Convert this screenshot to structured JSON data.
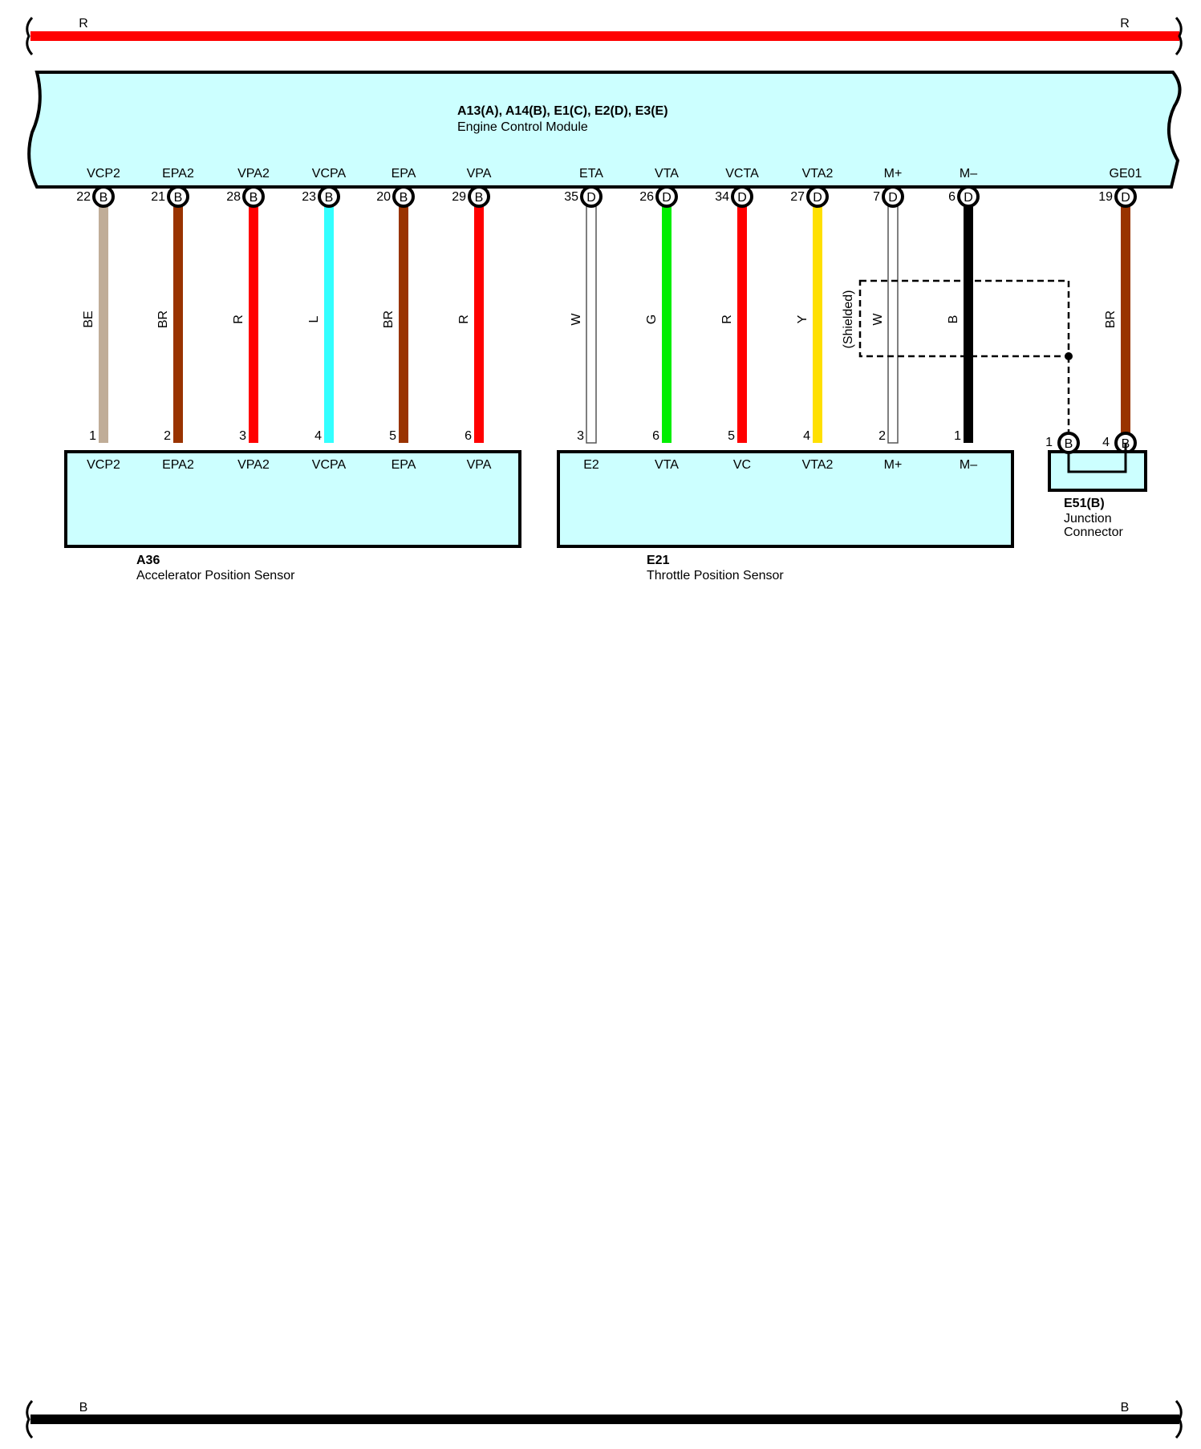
{
  "colors": {
    "R": "#ff0000",
    "BE": "#c0ad98",
    "BR": "#993300",
    "L": "#33ffff",
    "W": "#ffffff",
    "G": "#00ee00",
    "Y": "#ffe000",
    "B": "#000000",
    "box_fill": "#ccffff"
  },
  "rails": {
    "top": {
      "left_label": "R",
      "right_label": "R",
      "color_code": "R"
    },
    "bottom": {
      "left_label": "B",
      "right_label": "B",
      "color_code": "B"
    }
  },
  "ecm": {
    "title": "A13(A), A14(B), E1(C), E2(D), E3(E)",
    "subtitle": "Engine Control Module"
  },
  "wires": [
    {
      "ecm_pin_name": "VCP2",
      "ecm_pin_no": "22",
      "ecm_conn": "B",
      "color_code": "BE",
      "end_pin_no": "1"
    },
    {
      "ecm_pin_name": "EPA2",
      "ecm_pin_no": "21",
      "ecm_conn": "B",
      "color_code": "BR",
      "end_pin_no": "2"
    },
    {
      "ecm_pin_name": "VPA2",
      "ecm_pin_no": "28",
      "ecm_conn": "B",
      "color_code": "R",
      "end_pin_no": "3"
    },
    {
      "ecm_pin_name": "VCPA",
      "ecm_pin_no": "23",
      "ecm_conn": "B",
      "color_code": "L",
      "end_pin_no": "4"
    },
    {
      "ecm_pin_name": "EPA",
      "ecm_pin_no": "20",
      "ecm_conn": "B",
      "color_code": "BR",
      "end_pin_no": "5"
    },
    {
      "ecm_pin_name": "VPA",
      "ecm_pin_no": "29",
      "ecm_conn": "B",
      "color_code": "R",
      "end_pin_no": "6"
    },
    {
      "ecm_pin_name": "ETA",
      "ecm_pin_no": "35",
      "ecm_conn": "D",
      "color_code": "W",
      "end_pin_no": "3"
    },
    {
      "ecm_pin_name": "VTA",
      "ecm_pin_no": "26",
      "ecm_conn": "D",
      "color_code": "G",
      "end_pin_no": "6"
    },
    {
      "ecm_pin_name": "VCTA",
      "ecm_pin_no": "34",
      "ecm_conn": "D",
      "color_code": "R",
      "end_pin_no": "5"
    },
    {
      "ecm_pin_name": "VTA2",
      "ecm_pin_no": "27",
      "ecm_conn": "D",
      "color_code": "Y",
      "end_pin_no": "4"
    },
    {
      "ecm_pin_name": "M+",
      "ecm_pin_no": "7",
      "ecm_conn": "D",
      "color_code": "W",
      "end_pin_no": "2"
    },
    {
      "ecm_pin_name": "M–",
      "ecm_pin_no": "6",
      "ecm_conn": "D",
      "color_code": "B",
      "end_pin_no": "1"
    },
    {
      "ecm_pin_name": "GE01",
      "ecm_pin_no": "19",
      "ecm_conn": "D",
      "color_code": "BR",
      "end_pin_no": "4",
      "end_conn": "B"
    }
  ],
  "shield": {
    "label": "(Shielded)",
    "junction_pin_no": "1",
    "junction_conn": "B"
  },
  "accel_sensor": {
    "id": "A36",
    "name": "Accelerator Position Sensor",
    "pins": [
      "VCP2",
      "EPA2",
      "VPA2",
      "VCPA",
      "EPA",
      "VPA"
    ]
  },
  "throttle_sensor": {
    "id": "E21",
    "name": "Throttle Position Sensor",
    "pins": [
      "E2",
      "VTA",
      "VC",
      "VTA2",
      "M+",
      "M–"
    ]
  },
  "junction": {
    "id": "E51(B)",
    "name_line1": "Junction",
    "name_line2": "Connector"
  }
}
